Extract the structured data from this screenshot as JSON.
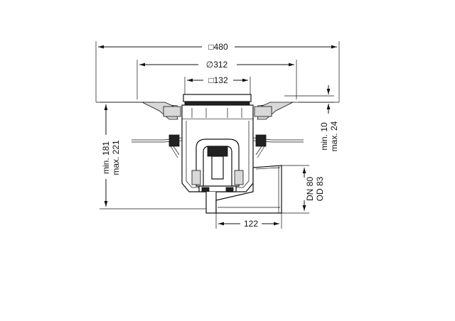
{
  "dimensions": {
    "width_total": "□480",
    "diameter": "∅312",
    "grate": "□132",
    "height_min": "min. 181",
    "height_max": "max. 221",
    "adjust_min": "min. 10",
    "adjust_max": "max. 24",
    "pipe_dn": "DN 80",
    "pipe_od": "OD 83",
    "outlet_offset": "122"
  }
}
